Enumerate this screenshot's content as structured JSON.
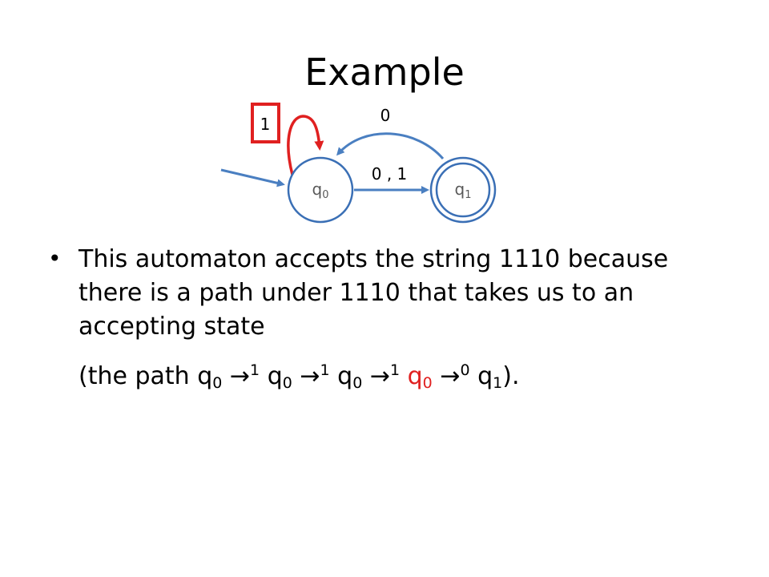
{
  "title": "Example",
  "diagram": {
    "states": [
      {
        "name": "q",
        "sub": "0",
        "accepting": false,
        "start": true
      },
      {
        "name": "q",
        "sub": "1",
        "accepting": true,
        "start": false
      }
    ],
    "transitions": [
      {
        "from": "q0",
        "to": "q0",
        "label": "1",
        "highlighted": true
      },
      {
        "from": "q0",
        "to": "q1",
        "label": "0 , 1",
        "highlighted": false
      },
      {
        "from": "q1",
        "to": "q0",
        "label": "0",
        "highlighted": false
      }
    ],
    "colors": {
      "state_stroke": "#3a6fb5",
      "edge": "#4a7fc1",
      "highlight": "#e02020",
      "state_text": "#595959"
    }
  },
  "bullet": {
    "text": "This automaton accepts the string 1110 because there is a path under 1110 that takes us to an accepting state"
  },
  "path": {
    "open": "(the path ",
    "steps": [
      {
        "state": "q",
        "sub": "0",
        "arrow": "→",
        "sym": "1",
        "red": false
      },
      {
        "state": "q",
        "sub": "0",
        "arrow": "→",
        "sym": "1",
        "red": false
      },
      {
        "state": "q",
        "sub": "0",
        "arrow": "→",
        "sym": "1",
        "red": false
      },
      {
        "state": "q",
        "sub": "0",
        "arrow": "→",
        "sym": "0",
        "red": true
      }
    ],
    "final_state": "q",
    "final_sub": "1",
    "close": ")."
  }
}
